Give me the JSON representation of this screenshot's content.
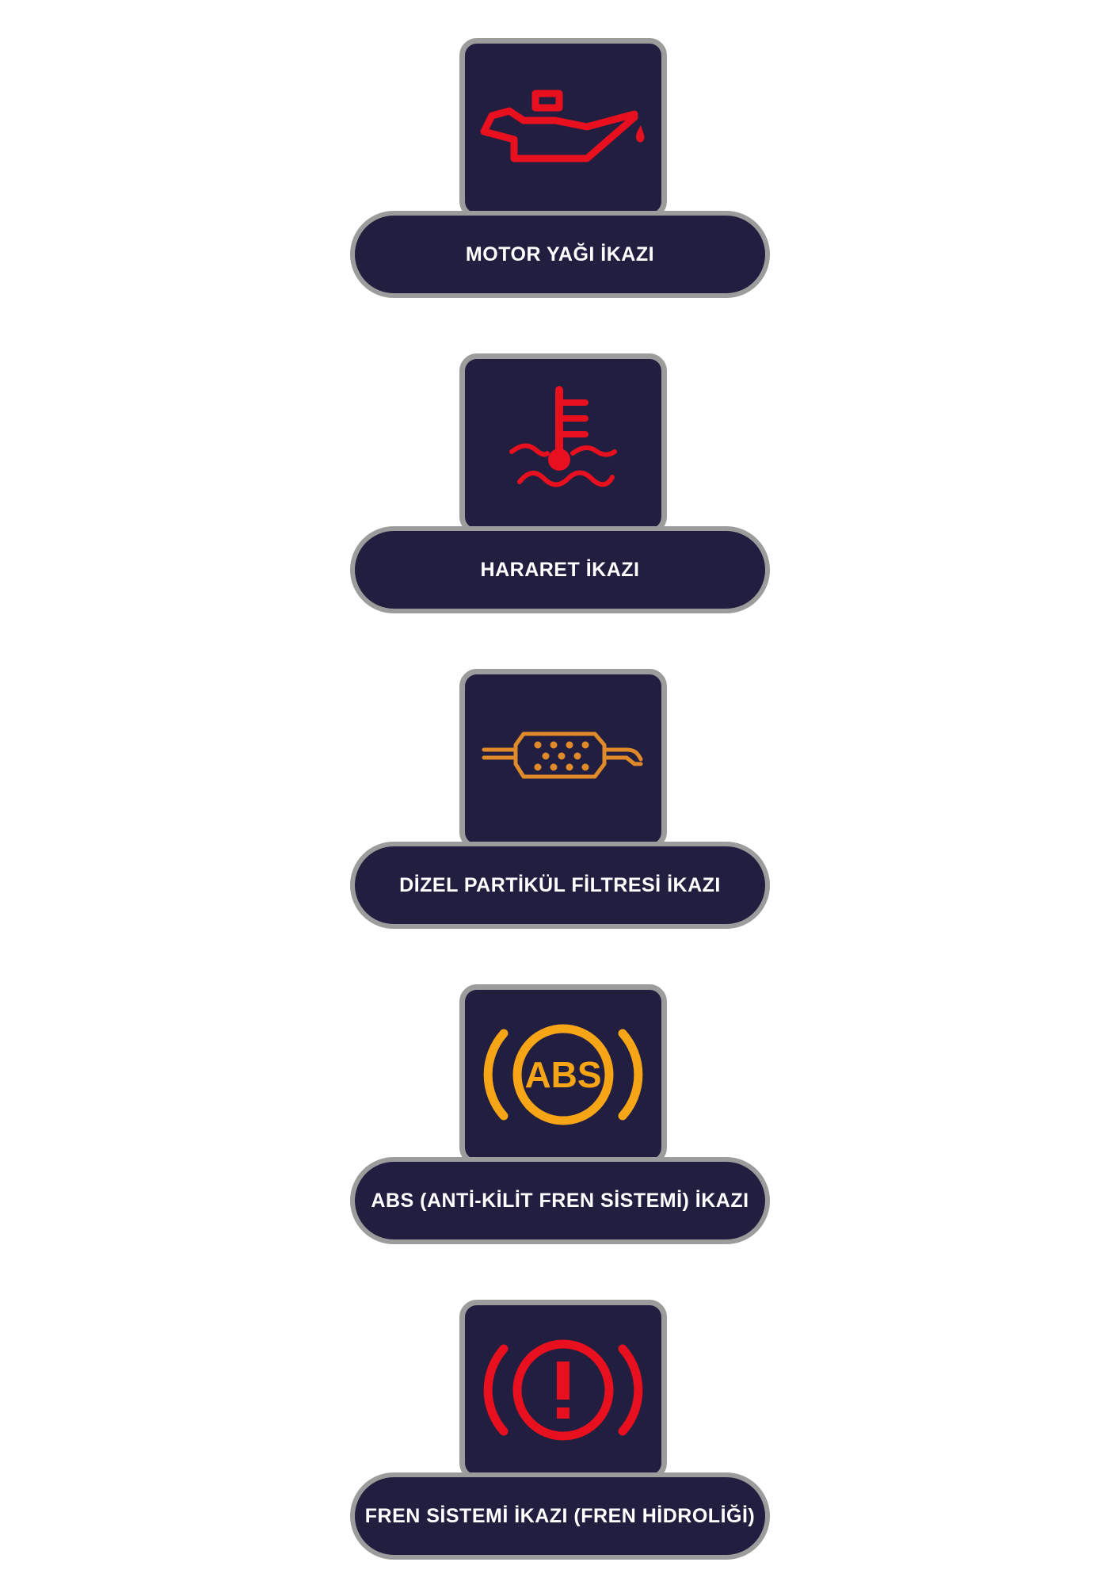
{
  "warnings": [
    {
      "label": "MOTOR YAĞI İKAZI",
      "icon": "oil-can-icon",
      "color": "#e8101e"
    },
    {
      "label": "HARARET İKAZI",
      "icon": "coolant-temperature-icon",
      "color": "#e8101e"
    },
    {
      "label": "DİZEL PARTİKÜL FİLTRESİ İKAZI",
      "icon": "diesel-particulate-filter-icon",
      "color": "#e08a2a"
    },
    {
      "label": "ABS (ANTİ-KİLİT FREN SİSTEMİ) İKAZI",
      "icon": "abs-icon",
      "icon_text": "ABS",
      "color": "#f5a515"
    },
    {
      "label": "FREN SİSTEMİ İKAZI (FREN HİDROLİĞİ)",
      "icon": "brake-warning-icon",
      "color": "#e8101e"
    }
  ],
  "colors": {
    "card_background": "#221e40",
    "border": "#9c9c9c",
    "text": "#ffffff",
    "page_background": "#ffffff"
  }
}
